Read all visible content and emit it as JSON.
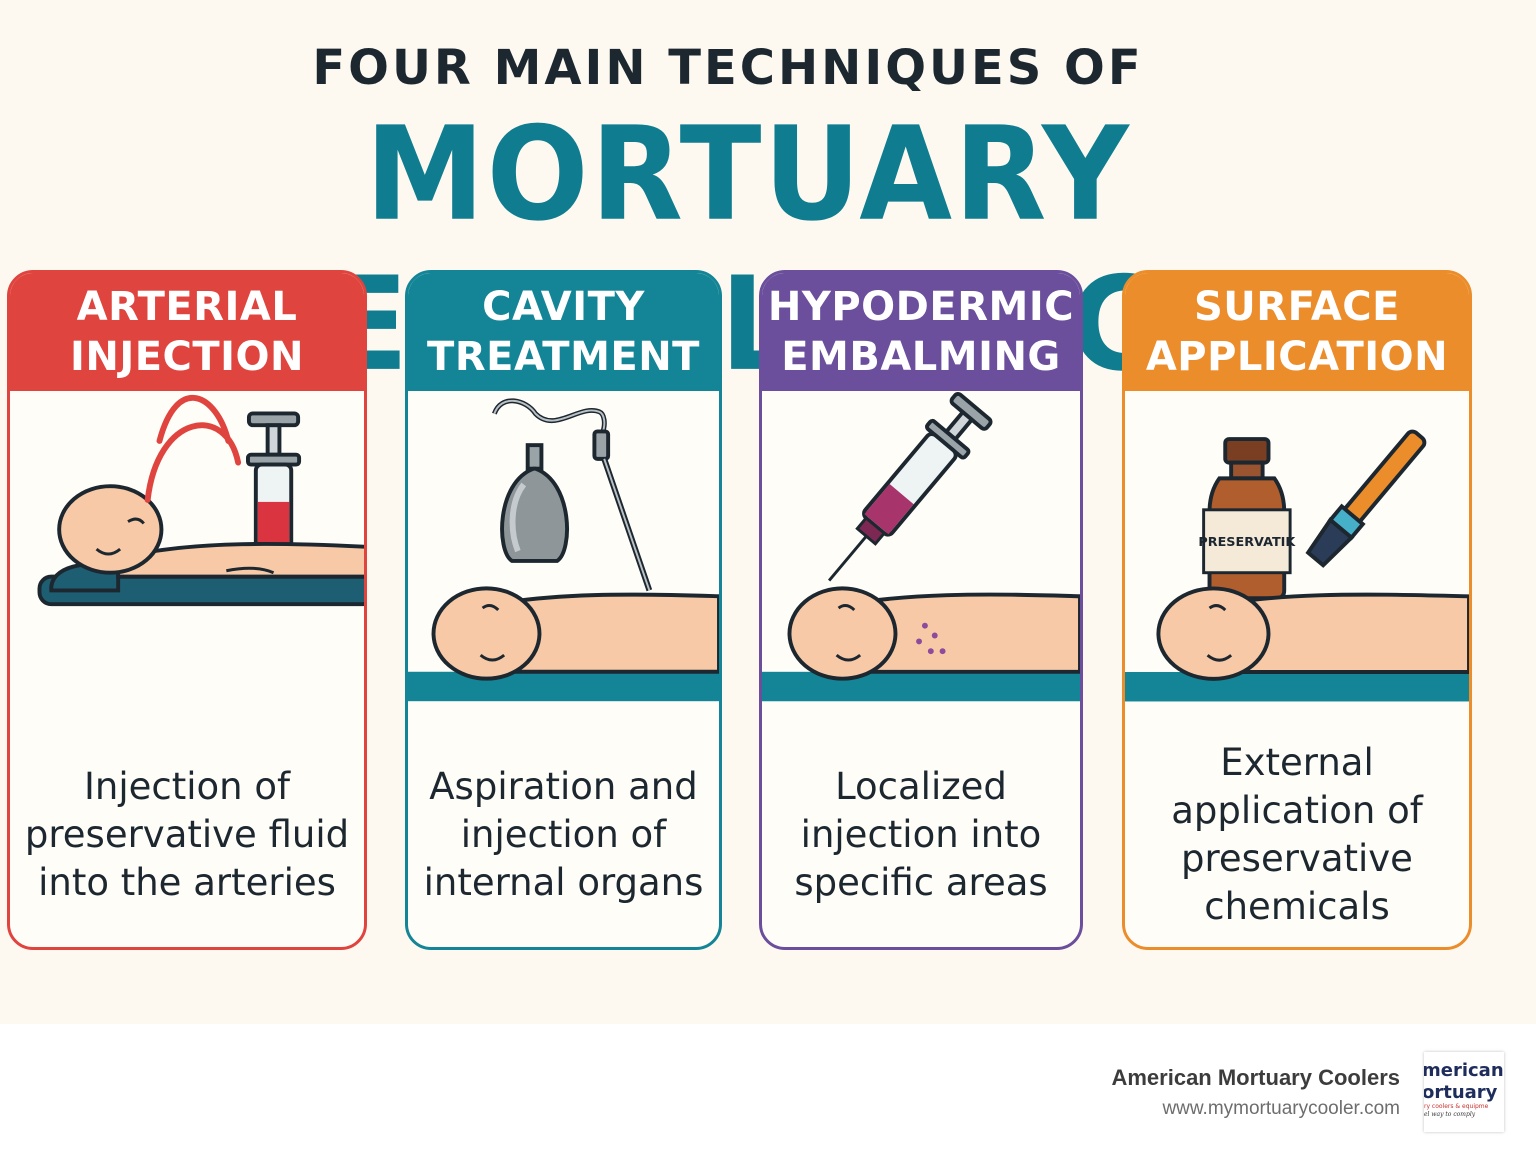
{
  "header": {
    "kicker": "FOUR MAIN TECHNIQUES OF",
    "title": "MORTUARY EMBALMING"
  },
  "techniques": [
    {
      "title_lines": [
        "ARTERIAL",
        "INJECTION"
      ],
      "description": "Injection of preservative fluid into the arteries",
      "color": "#e0443e",
      "icons": [
        "syringe-icon",
        "person-icon"
      ]
    },
    {
      "title_lines": [
        "CAVITY",
        "TREATMENT"
      ],
      "description": "Aspiration and injection of internal organs",
      "color": "#148596",
      "icons": [
        "aspirator-bulb-icon",
        "trocar-icon",
        "person-icon"
      ]
    },
    {
      "title_lines": [
        "HYPODERMIC",
        "EMBALMING"
      ],
      "description": "Localized injection into specific areas",
      "color": "#6b4e9c",
      "icons": [
        "syringe-icon",
        "person-icon"
      ]
    },
    {
      "title_lines": [
        "SURFACE",
        "APPLICATION"
      ],
      "description": "External application of preservative chemicals",
      "color": "#ec8d2b",
      "bottle_label": "PRESERVATIK",
      "icons": [
        "preservative-bottle-icon",
        "brush-icon",
        "person-icon"
      ]
    }
  ],
  "footer": {
    "company": "American Mortuary Coolers",
    "url": "www.mymortuarycooler.com",
    "logo_text": {
      "line1": "merican",
      "line2": "ortuary",
      "line3": "ry coolers & equipme",
      "line4": "el way to comply"
    }
  }
}
